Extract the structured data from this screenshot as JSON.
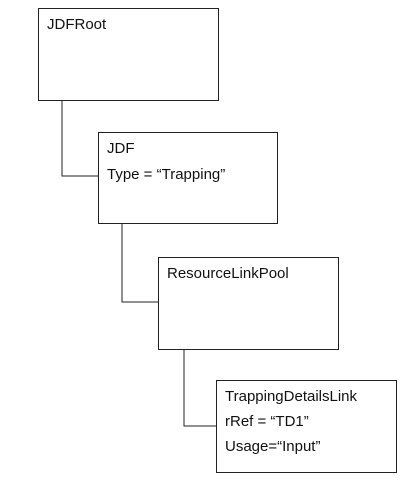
{
  "diagram": {
    "nodes": [
      {
        "title": "JDFRoot",
        "attributes": []
      },
      {
        "title": "JDF",
        "attributes": [
          "Type = “Trapping”"
        ]
      },
      {
        "title": "ResourceLinkPool",
        "attributes": []
      },
      {
        "title": "TrappingDetailsLink",
        "attributes": [
          "rRef = “TD1”",
          "Usage=“Input”"
        ]
      }
    ],
    "edges": [
      {
        "from": "JDFRoot",
        "to": "JDF"
      },
      {
        "from": "JDF",
        "to": "ResourceLinkPool"
      },
      {
        "from": "ResourceLinkPool",
        "to": "TrappingDetailsLink"
      }
    ],
    "colors": {
      "line": "#222222",
      "box_fill": "#ffffff"
    }
  }
}
